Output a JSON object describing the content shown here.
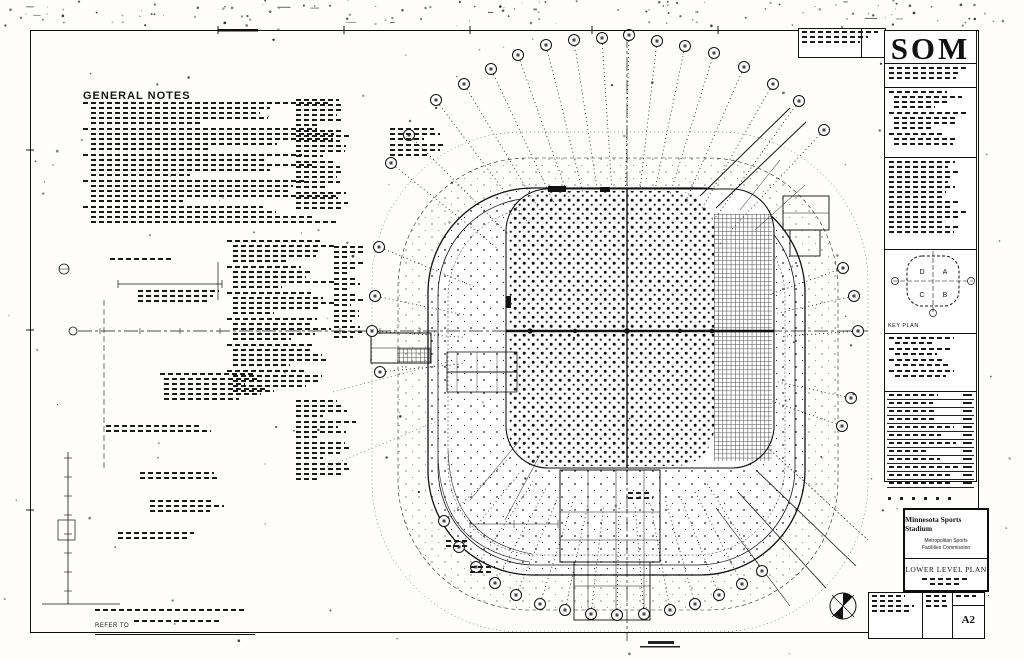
{
  "titleblock": {
    "logo": "SOM",
    "key_plan": {
      "label": "KEY PLAN",
      "q1": "D",
      "q2": "A",
      "q3": "C",
      "q4": "B"
    },
    "project": {
      "name": "Minnesota Sports Stadium",
      "client_line1": "Metropolitan Sports",
      "client_line2": "Facilities Commission",
      "sheet_title": "LOWER LEVEL PLAN",
      "sheet_number": "A2"
    }
  },
  "notes": {
    "general_notes_title": "GENERAL NOTES",
    "refer_note_prefix": "REFER TO"
  }
}
